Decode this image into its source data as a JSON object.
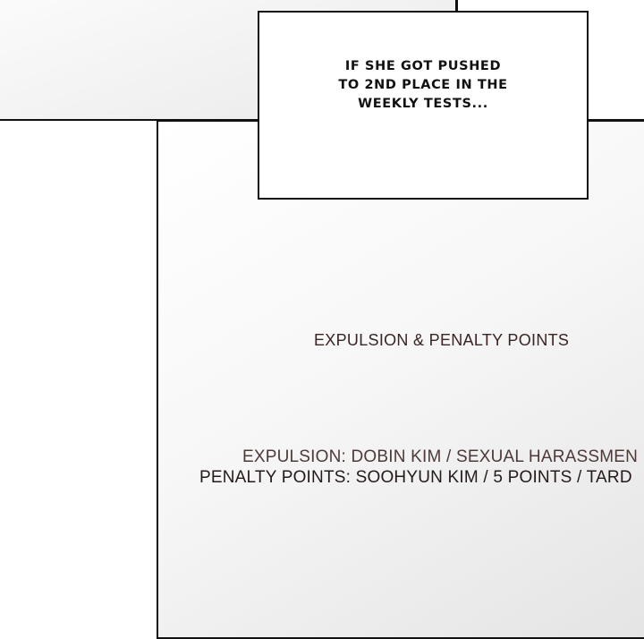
{
  "caption": {
    "lines": [
      "IF SHE GOT PUSHED",
      "TO 2ND PLACE IN THE",
      "WEEKLY TESTS..."
    ]
  },
  "notice": {
    "title": "EXPULSION & PENALTY POINTS",
    "lines": [
      "EXPULSION: DOBIN KIM / SEXUAL HARASSMEN",
      "PENALTY POINTS: SOOHYUN KIM / 5 POINTS / TARD"
    ]
  },
  "colors": {
    "panel_border": "#111111",
    "notice_title": "#3a2424",
    "notice_line_1": "#4d3a38",
    "notice_line_2": "#241a1a"
  }
}
